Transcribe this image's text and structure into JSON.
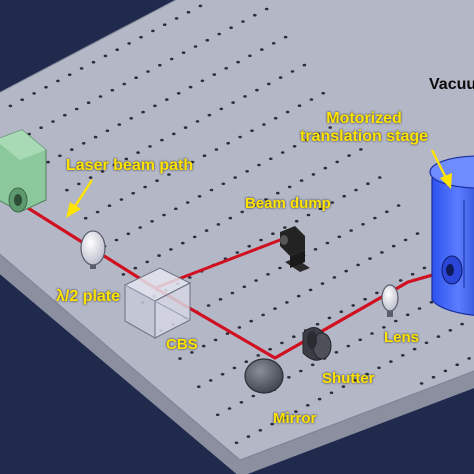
{
  "diagram": {
    "labels": {
      "vacuum": "Vacuu",
      "motorized_stage": "Motorized\ntranslation stage",
      "laser_beam_path": "Laser beam path",
      "beam_dump": "Beam dump",
      "half_wave_plate": "λ/2 plate",
      "cbs": "CBS",
      "lens": "Lens",
      "shutter": "Shutter",
      "mirror": "Mirror"
    },
    "colors": {
      "background": "#1f2a4d",
      "table_top": "#b3b7c6",
      "table_edge": "#8b8fa0",
      "laser_beam": "#d01020",
      "label_text": "#ffe400",
      "laser_source": "#8bc89b",
      "vacuum_chamber": "#3a63ff"
    }
  }
}
